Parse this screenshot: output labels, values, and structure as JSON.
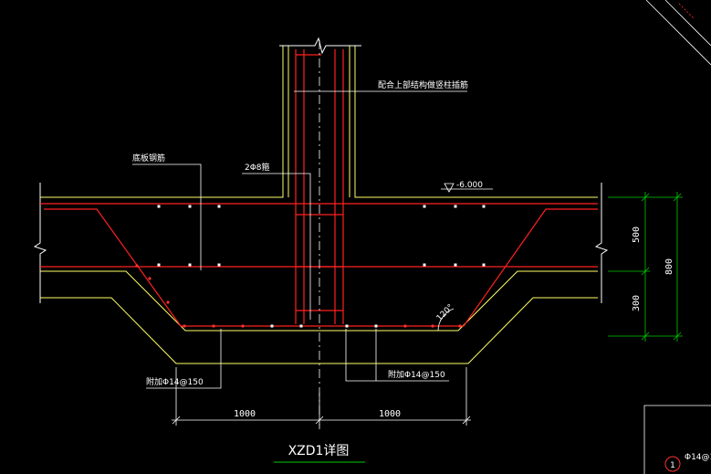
{
  "annotations": {
    "column_rebar": "配合上部结构做竖柱插筋",
    "bottom_rebar": "底板钢筋",
    "stirrup": "2Φ8箍",
    "elevation": "-6.000",
    "added_rebar_left": "附加Φ14@150",
    "added_rebar_right": "附加Φ14@150",
    "angle": "120°"
  },
  "dimensions": {
    "thickness_upper": "500",
    "thickness_lower": "300",
    "total_height": "800",
    "width_left": "1000",
    "width_right": "1000"
  },
  "title": "XZD1详图",
  "corner": {
    "marker": "1",
    "text": "Φ14@1"
  },
  "colors": {
    "background": "#000000",
    "concrete_outline": "#ffff66",
    "rebar": "#ff2020",
    "annotation_text": "#ffffff",
    "dimension_line": "#00cc00",
    "leader_line": "#ffffff",
    "title_underline": "#00cc00",
    "marker_circle": "#ff3030"
  }
}
